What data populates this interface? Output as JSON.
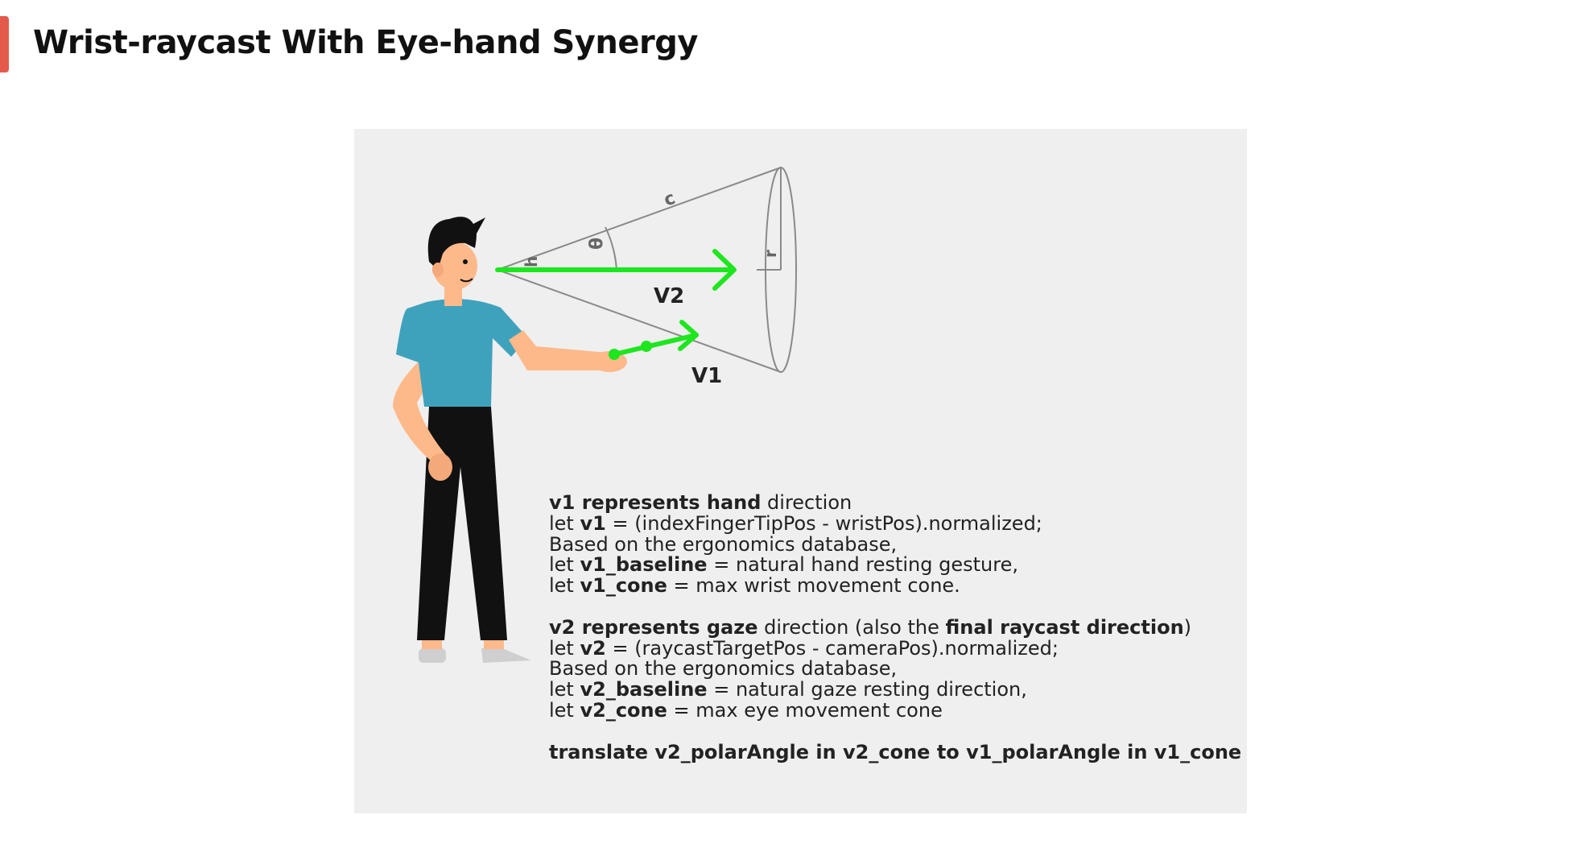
{
  "title": "Wrist-raycast With Eye-hand Synergy",
  "colors": {
    "accent": "#e45a4a",
    "panel": "#efefef",
    "ray": "#1ee61e",
    "shirt": "#3fa2bd",
    "skin": "#fdb98a",
    "pants": "#111111"
  },
  "diagram": {
    "labels": {
      "c": "c",
      "theta": "θ",
      "h": "h",
      "r": "r",
      "v1": "V1",
      "v2": "V2"
    }
  },
  "text": {
    "b1": {
      "l1_bold": "v1 represents hand",
      "l1_rest": " direction",
      "l2_pre": "let ",
      "l2_bold": "v1",
      "l2_rest": " = (indexFingerTipPos - wristPos).normalized;",
      "l3": "Based on the ergonomics database,",
      "l4_pre": "let ",
      "l4_bold": "v1_baseline",
      "l4_rest": " = natural hand resting gesture,",
      "l5_pre": "let ",
      "l5_bold": "v1_cone",
      "l5_rest": " = max wrist movement cone."
    },
    "b2": {
      "l1_bold": "v2 represents gaze",
      "l1_mid": " direction (also the ",
      "l1_bold2": "final raycast direction",
      "l1_end": ")",
      "l2_pre": "let ",
      "l2_bold": "v2",
      "l2_rest": " = (raycastTargetPos - cameraPos).normalized;",
      "l3": "Based on the ergonomics database,",
      "l4_pre": "let ",
      "l4_bold": "v2_baseline",
      "l4_rest": " = natural gaze resting direction,",
      "l5_pre": "let ",
      "l5_bold": "v2_cone",
      "l5_rest": " = max eye movement cone"
    },
    "b3": "translate v2_polarAngle in v2_cone to v1_polarAngle in v1_cone"
  }
}
